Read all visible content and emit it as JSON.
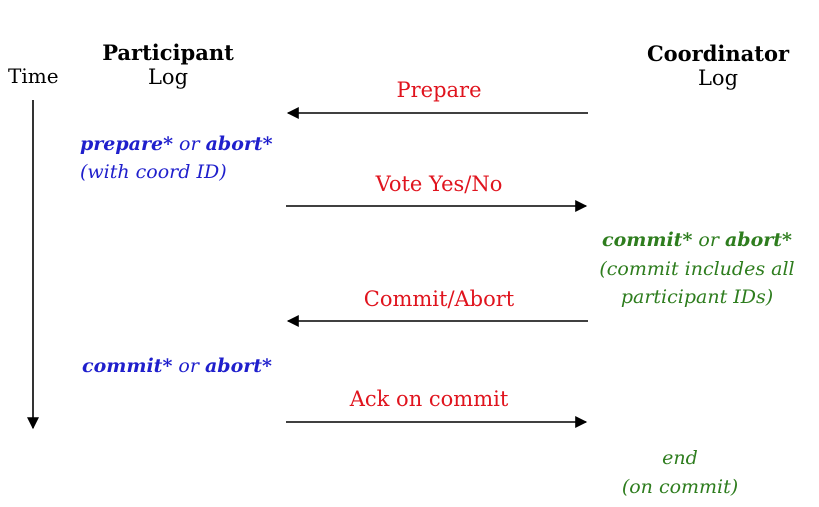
{
  "header": {
    "time_label": "Time",
    "participant_title": "Participant",
    "participant_sub": "Log",
    "coordinator_title": "Coordinator",
    "coordinator_sub": "Log"
  },
  "messages": {
    "prepare": "Prepare",
    "vote": "Vote Yes/No",
    "commit_abort": "Commit/Abort",
    "ack": "Ack on commit"
  },
  "participant_log": {
    "entry1_kw1": "prepare*",
    "entry1_or": " or ",
    "entry1_kw2": "abort*",
    "entry1_note": "(with coord ID)",
    "entry2_kw1": "commit*",
    "entry2_or": " or ",
    "entry2_kw2": "abort*"
  },
  "coordinator_log": {
    "entry1_kw1": "commit*",
    "entry1_or": " or ",
    "entry1_kw2": "abort*",
    "entry1_note_line1": "(commit includes all",
    "entry1_note_line2": "participant IDs)",
    "entry2_line1": "end",
    "entry2_line2": "(on commit)"
  },
  "colors": {
    "message": "#e0141e",
    "participant": "#1f1fcc",
    "coordinator": "#2e7d1e",
    "arrow": "#000000"
  }
}
